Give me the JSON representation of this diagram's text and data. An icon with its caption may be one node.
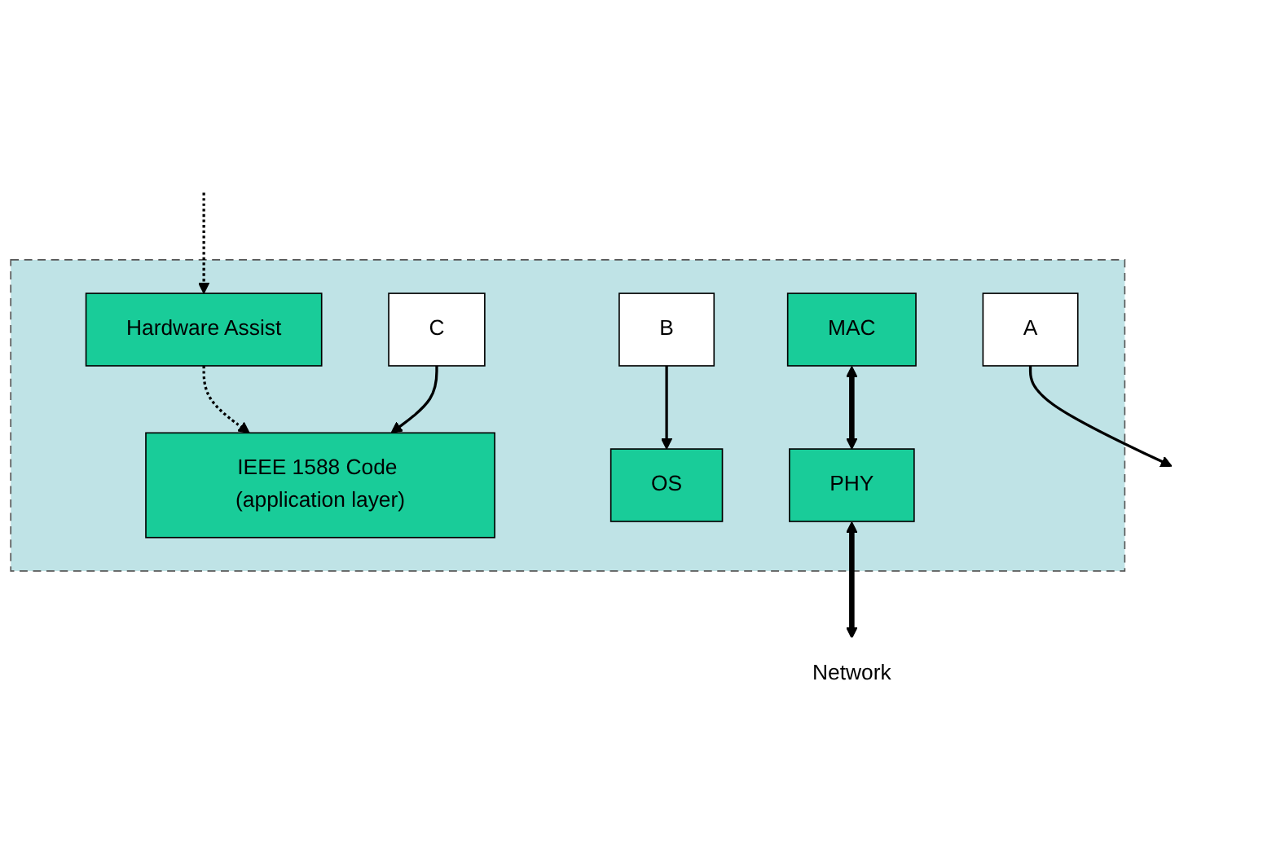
{
  "diagram": {
    "nodes": [
      {
        "text": [],
        "shape": "box"
      },
      {
        "text": [
          "IEEE 1588 Code (application layer)"
        ],
        "in": 0
      },
      {
        "text": [
          "OS"
        ],
        "in": 0
      },
      {
        "text": [
          "MAC"
        ],
        "in": 0
      },
      {
        "text": [
          "Hardware Assist"
        ],
        "in": 0
      },
      {
        "text": [
          "PHY"
        ],
        "in": 0
      },
      {
        "text": [
          "Network"
        ]
      },
      {
        "text": [
          "C"
        ],
        "in": 0
      },
      {
        "text": [
          "B"
        ],
        "in": 0
      },
      {
        "text": [
          "A"
        ],
        "in": 0
      }
    ],
    "edges": [
      {
        "from": 4,
        "to": 1,
        "arrow": "to",
        "style": "dashed"
      },
      {
        "from": 3,
        "to": 5,
        "arrow": "both",
        "style": "thick"
      },
      {
        "from": null,
        "to": 4,
        "arrow": "to",
        "style": "dashed"
      },
      {
        "from": 5,
        "to": 6,
        "arrow": "both",
        "style": "thick"
      },
      {
        "from": 7,
        "to": 1,
        "arrow": "to"
      },
      {
        "from": 8,
        "to": 2,
        "arrow": "to"
      },
      {
        "from": 9,
        "to": null,
        "arrow": "to"
      }
    ]
  }
}
